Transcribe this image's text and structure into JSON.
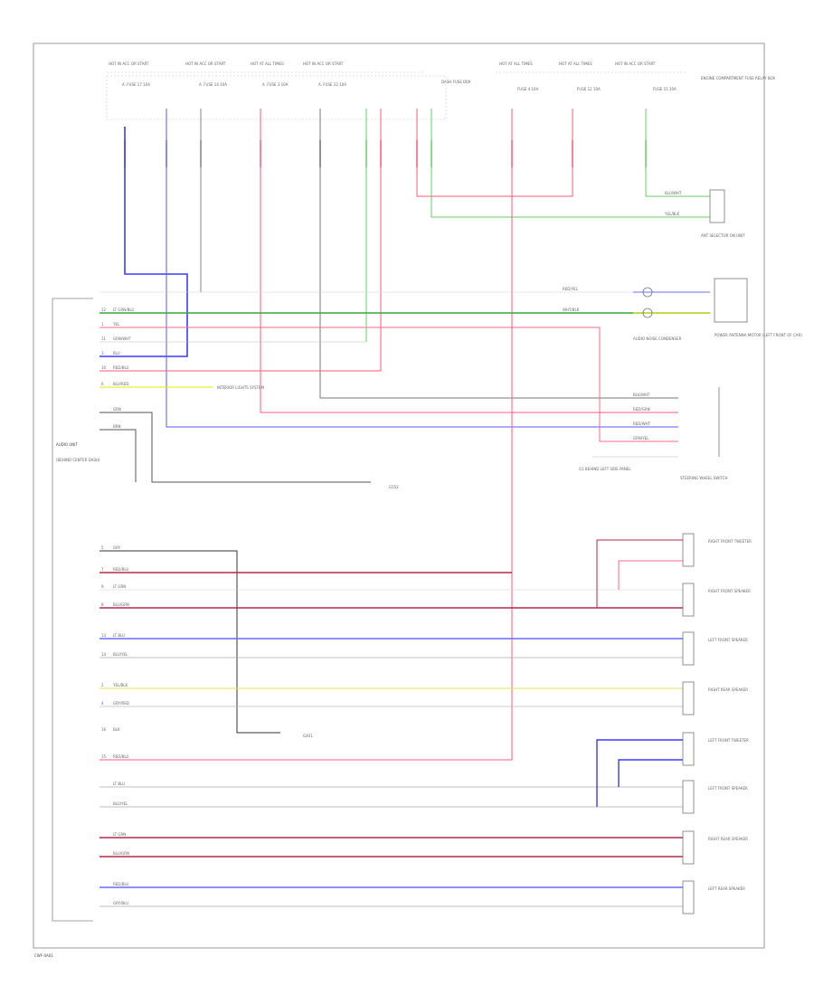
{
  "diagram": {
    "footer_code": "CWF-0A01"
  },
  "fuse_labels": [
    {
      "id": "f1",
      "text": "HOT IN ACC OR START"
    },
    {
      "id": "f2",
      "text": "HOT IN ACC OR START"
    },
    {
      "id": "f3",
      "text": "HOT AT ALL TIMES"
    },
    {
      "id": "f4",
      "text": "HOT IN ACC OR START"
    },
    {
      "id": "f5",
      "text": "HOT AT ALL TIMES"
    },
    {
      "id": "f6",
      "text": "HOT AT ALL TIMES"
    },
    {
      "id": "f7",
      "text": "HOT IN ACC OR START"
    }
  ],
  "fuse_box_labels": [
    {
      "id": "b1",
      "text": "A. FUSE 17 10A"
    },
    {
      "id": "b2",
      "text": "A. FUSE 14 10A"
    },
    {
      "id": "b3",
      "text": "A. FUSE 3 10A"
    },
    {
      "id": "b4",
      "text": "A. FUSE 22 10A"
    },
    {
      "id": "b5",
      "text": "DASH FUSE BOX"
    },
    {
      "id": "b6",
      "text": "FUSE 4 10A"
    },
    {
      "id": "b7",
      "text": "FUSE 12 10A"
    },
    {
      "id": "b8",
      "text": "FUSE 15 10A"
    },
    {
      "id": "b9",
      "text": "ENGINE COMPARTMENT FUSE RELAY BOX"
    }
  ],
  "wire_colors": [
    {
      "id": "w1",
      "text": "BLU/WHT"
    },
    {
      "id": "w2",
      "text": "YEL/BLK"
    },
    {
      "id": "w3",
      "text": "BLK/WHT"
    },
    {
      "id": "w4",
      "text": "RED/GRN"
    },
    {
      "id": "w5",
      "text": "RED/WHT"
    },
    {
      "id": "w6",
      "text": "GRN/YEL"
    },
    {
      "id": "w7",
      "text": "RED/YEL"
    },
    {
      "id": "w8",
      "text": "WHT/BLK"
    }
  ],
  "left_unit": {
    "title": "AUDIO UNIT",
    "subtitle": "(BEHIND CENTER DASH)",
    "pins": [
      {
        "id": "p1",
        "pin": "12",
        "wire": "LT GRN/BLU"
      },
      {
        "id": "p2",
        "pin": "1",
        "wire": "YEL"
      },
      {
        "id": "p3",
        "pin": "11",
        "wire": "GRN/WHT"
      },
      {
        "id": "p4",
        "pin": "3",
        "wire": "BLU"
      },
      {
        "id": "p5",
        "pin": "10",
        "wire": "RED/BLU"
      },
      {
        "id": "p6",
        "pin": "6",
        "wire": "BLU/RED"
      },
      {
        "id": "p7",
        "pin": "",
        "wire": "GRN"
      },
      {
        "id": "p8",
        "pin": "",
        "wire": "BRN"
      }
    ],
    "speaker_pins": [
      {
        "id": "s1",
        "pin": "5",
        "wire": "GRY"
      },
      {
        "id": "s2",
        "pin": "7",
        "wire": "RED/BLU"
      },
      {
        "id": "s3",
        "pin": "9",
        "wire": "LT GRN"
      },
      {
        "id": "s4",
        "pin": "8",
        "wire": "BLU/GRN"
      },
      {
        "id": "s5",
        "pin": "13",
        "wire": "LT BLU"
      },
      {
        "id": "s6",
        "pin": "14",
        "wire": "BLU/YEL"
      },
      {
        "id": "s7",
        "pin": "2",
        "wire": "YEL/BLK"
      },
      {
        "id": "s8",
        "pin": "4",
        "wire": "GRY/RED"
      },
      {
        "id": "s9",
        "pin": "16",
        "wire": "BLK"
      },
      {
        "id": "s10",
        "pin": "15",
        "wire": "RED/BLU"
      },
      {
        "id": "s11",
        "pin": "",
        "wire": "LT BLU"
      },
      {
        "id": "s12",
        "pin": "",
        "wire": "BLU/YEL"
      },
      {
        "id": "s13",
        "pin": "",
        "wire": "LT GRN"
      },
      {
        "id": "s14",
        "pin": "",
        "wire": "BLU/GRN"
      },
      {
        "id": "s15",
        "pin": "",
        "wire": "RED/BLU"
      },
      {
        "id": "s16",
        "pin": "",
        "wire": "GRY/BLU"
      }
    ]
  },
  "right_components": [
    {
      "id": "rc1",
      "text": "ANT SELECTOR ON UNIT"
    },
    {
      "id": "rc2",
      "text": "POWER ANTENNA MOTOR (LEFT FRONT OF CAR)"
    },
    {
      "id": "rc3",
      "text": "AUDIO NOISE CONDENSER"
    },
    {
      "id": "rc4",
      "text": "STEERING WHEEL SWITCH"
    },
    {
      "id": "rc5",
      "text": "RIGHT FRONT TWEETER"
    },
    {
      "id": "rc6",
      "text": "RIGHT FRONT SPEAKER"
    },
    {
      "id": "rc7",
      "text": "LEFT FRONT SPEAKER"
    },
    {
      "id": "rc8",
      "text": "RIGHT REAR SPEAKER"
    },
    {
      "id": "rc9",
      "text": "LEFT FRONT TWEETER"
    },
    {
      "id": "rc10",
      "text": "LEFT FRONT SPEAKER"
    },
    {
      "id": "rc11",
      "text": "RIGHT REAR SPEAKER"
    },
    {
      "id": "rc12",
      "text": "LEFT REAR SPEAKER"
    }
  ],
  "ground_labels": [
    {
      "id": "g1",
      "text": "G401"
    },
    {
      "id": "g2",
      "text": "G552"
    },
    {
      "id": "g3",
      "text": "G1 BEHIND LEFT SIDE PANEL"
    },
    {
      "id": "g4",
      "text": "INTERIOR LIGHTS SYSTEM"
    }
  ]
}
